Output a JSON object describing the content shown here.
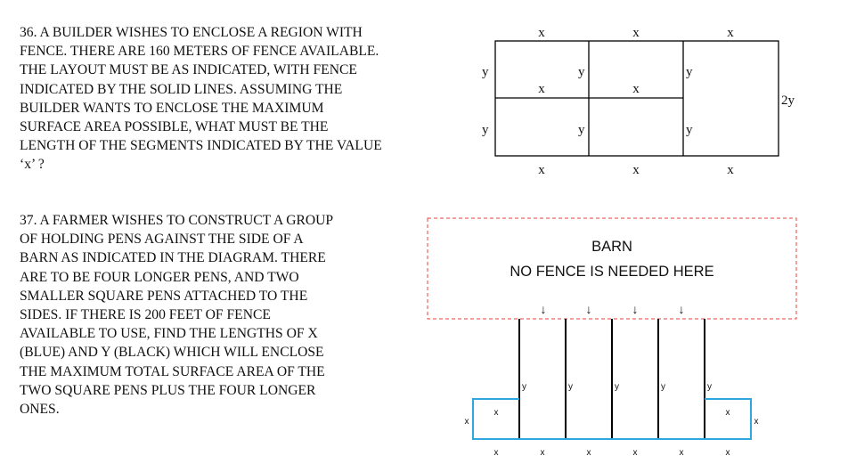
{
  "problem_36": {
    "lines": [
      "36.  A BUILDER WISHES TO ENCLOSE A REGION WITH",
      "FENCE. THERE ARE 160 METERS OF FENCE AVAILABLE.",
      "THE LAYOUT MUST BE AS INDICATED, WITH FENCE",
      "INDICATED BY THE SOLID LINES. ASSUMING THE",
      "BUILDER WANTS TO ENCLOSE THE MAXIMUM",
      "SURFACE AREA POSSIBLE, WHAT MUST BE THE",
      "LENGTH OF THE SEGMENTS INDICATED BY THE VALUE",
      "‘x’ ?"
    ],
    "diagram": {
      "top_labels": [
        "x",
        "x",
        "x"
      ],
      "inner_labels": [
        "x",
        "x"
      ],
      "bottom_labels": [
        "x",
        "x",
        "x"
      ],
      "upper_y_labels": [
        "y",
        "y",
        "y"
      ],
      "lower_y_labels": [
        "y",
        "y",
        "y"
      ],
      "right_label": "2y"
    }
  },
  "problem_37": {
    "lines": [
      "37.  A FARMER WISHES TO CONSTRUCT A GROUP",
      "OF HOLDING PENS AGAINST THE SIDE OF A",
      "BARN AS INDICATED IN THE DIAGRAM. THERE",
      "ARE TO BE FOUR LONGER PENS, AND TWO",
      "SMALLER SQUARE PENS ATTACHED TO THE",
      "SIDES. IF THERE IS 200 FEET OF FENCE",
      "AVAILABLE TO USE, FIND THE LENGTHS OF X",
      "(BLUE) AND Y (BLACK) WHICH WILL ENCLOSE",
      "THE MAXIMUM TOTAL SURFACE AREA OF THE",
      "TWO SQUARE PENS PLUS THE FOUR LONGER",
      "ONES."
    ],
    "diagram": {
      "barn_title": "BARN",
      "barn_note": "NO FENCE IS NEEDED HERE",
      "arrow_glyph": "↓",
      "y_labels": [
        "y",
        "y",
        "y",
        "y",
        "y"
      ],
      "left_square_top": "x",
      "left_square_side": "x",
      "right_square_top": "x",
      "right_square_side": "x",
      "bottom_labels": [
        "x",
        "x",
        "x",
        "x",
        "x",
        "x"
      ],
      "colors": {
        "x_fence": "#2ea7e0",
        "y_fence": "#000000",
        "barn_border": "#e8403a"
      }
    }
  }
}
